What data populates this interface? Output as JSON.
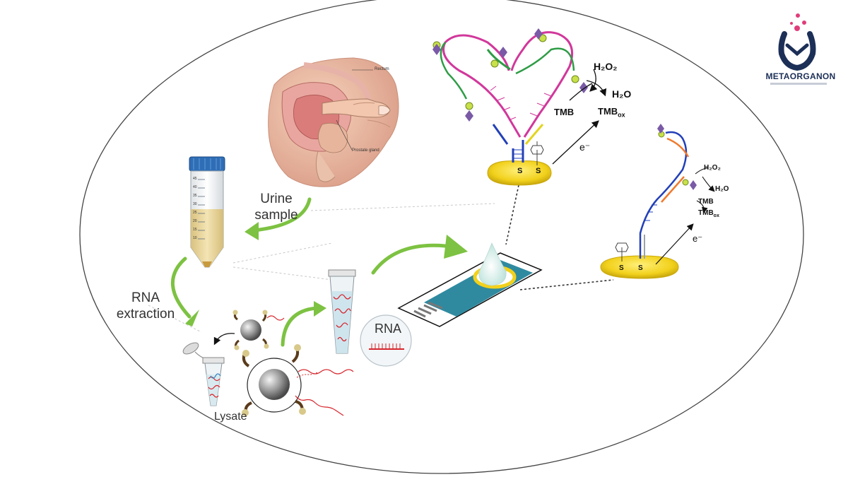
{
  "brand": {
    "name": "METAORGANON"
  },
  "labels": {
    "urine_sample": [
      "Urine",
      "sample"
    ],
    "rna_extraction": [
      "RNA",
      "extraction"
    ],
    "lysate": "Lysate",
    "rna": "RNA",
    "rectum": "Rectum",
    "prostate_gland": "Prostate gland"
  },
  "chemistry": {
    "large": {
      "h2o2": "H₂O₂",
      "h2o": "H₂O",
      "tmb": "TMB",
      "tmb_ox_base": "TMB",
      "tmb_ox_sub": "ox",
      "electron": "e⁻"
    },
    "small": {
      "h2o2": "H₂O₂",
      "h2o": "H₂O",
      "tmb": "TMB",
      "tmb_ox_base": "TMB",
      "tmb_ox_sub": "ox",
      "electron": "e⁻"
    },
    "thiol": "S"
  },
  "tube_scale": [
    "45",
    "40",
    "35",
    "30",
    "25",
    "20",
    "15",
    "10"
  ],
  "colors": {
    "arrow_green": "#7dc242",
    "tube_cap": "#2f6db5",
    "urine": "#ecd89a",
    "electrode": "#f2d11c",
    "strip": "#2f8aa0",
    "rna_strand": "#d7262d",
    "probe_magenta": "#d1389b",
    "probe_green": "#2e9c45",
    "probe_blue": "#2340b8",
    "probe_orange": "#f07a2c",
    "brand_navy": "#1c2f57",
    "brand_pink": "#e03d7a"
  }
}
